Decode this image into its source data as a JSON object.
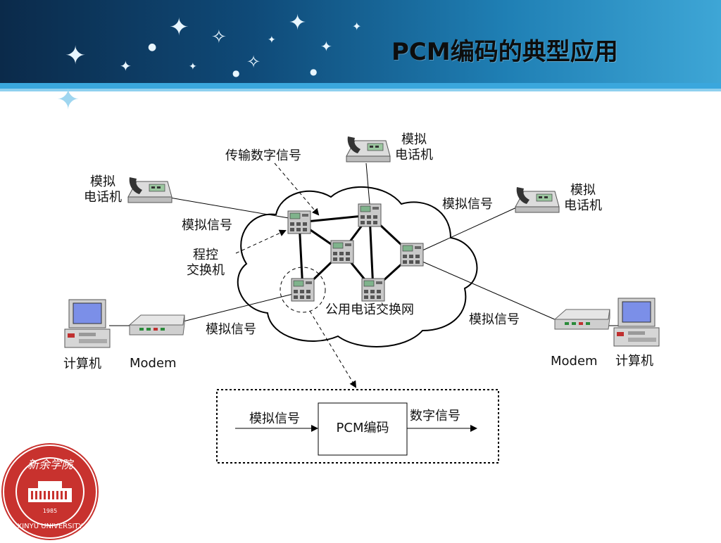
{
  "title": "PCM编码的典型应用",
  "labels": {
    "transmit_digital": "传输数字信号",
    "phone_top": [
      "模拟",
      "电话机"
    ],
    "phone_left": [
      "模拟",
      "电话机"
    ],
    "phone_right": [
      "模拟",
      "电话机"
    ],
    "analog_signal_left": "模拟信号",
    "analog_signal_right": "模拟信号",
    "analog_signal_modem_left": "模拟信号",
    "analog_signal_modem_right": "模拟信号",
    "switch": [
      "程控",
      "交换机"
    ],
    "pstn": "公用电话交换网",
    "computer_left": "计算机",
    "modem_left": "Modem",
    "computer_right": "计算机",
    "modem_right": "Modem"
  },
  "pcm_box": {
    "input_label": "模拟信号",
    "encoder_label": "PCM编码",
    "output_label": "数字信号"
  },
  "logo": {
    "name_cn": "新余学院",
    "year": "1985",
    "name_en": "XINYU UNIVERSITY"
  },
  "colors": {
    "banner_dark": "#0b2a4a",
    "banner_light": "#3ea6d6",
    "logo_red": "#c8322e"
  }
}
